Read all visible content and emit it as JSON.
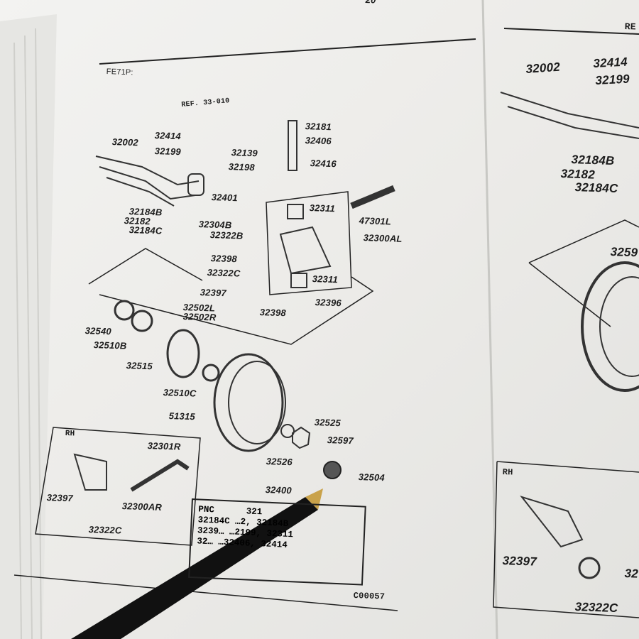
{
  "page": {
    "number_partial": "20",
    "ref_partial_right": "RE",
    "model": "FE71P:",
    "ref_link": "REF. 33-010",
    "figure_code": "C00057"
  },
  "left_labels": {
    "p32002": "32002",
    "p32414": "32414",
    "p32199": "32199",
    "p32139": "32139",
    "p32198": "32198",
    "p32181": "32181",
    "p32406": "32406",
    "p32416": "32416",
    "p32401": "32401",
    "p32184B": "32184B",
    "p32182": "32182",
    "p32184C": "32184C",
    "p32304B": "32304B",
    "p32322B": "32322B",
    "p32311a": "32311",
    "p47301L": "47301L",
    "p32300AL": "32300AL",
    "p32398a": "32398",
    "p32322C": "32322C",
    "p32311b": "32311",
    "p32397": "32397",
    "p32396": "32396",
    "p32398b": "32398",
    "p32502L": "32502L",
    "p32502R": "32502R",
    "p32540": "32540",
    "p32510B": "32510B",
    "p32515": "32515",
    "p32510C": "32510C",
    "p51315": "51315",
    "p32525": "32525",
    "p32597": "32597",
    "p32526": "32526",
    "p32504": "32504",
    "p32400": "32400"
  },
  "rh_inset": {
    "title": "RH",
    "p32301R": "32301R",
    "p32397": "32397",
    "p32300AR": "32300AR",
    "p32322C": "32322C"
  },
  "pnc_table": {
    "header": "PNC",
    "rows": [
      "32184C  …2, 32184B",
      "3239…  …2199, 32311",
      "32…  …32406, 32414"
    ],
    "partial_top": "321"
  },
  "right_page": {
    "p32002": "32002",
    "p32414": "32414",
    "p32199": "32199",
    "p32184B": "32184B",
    "p32182": "32182",
    "p32184C": "32184C",
    "p3259": "3259",
    "rh_title": "RH",
    "p32397": "32397",
    "p32322C": "32322C",
    "p32cut": "32"
  }
}
